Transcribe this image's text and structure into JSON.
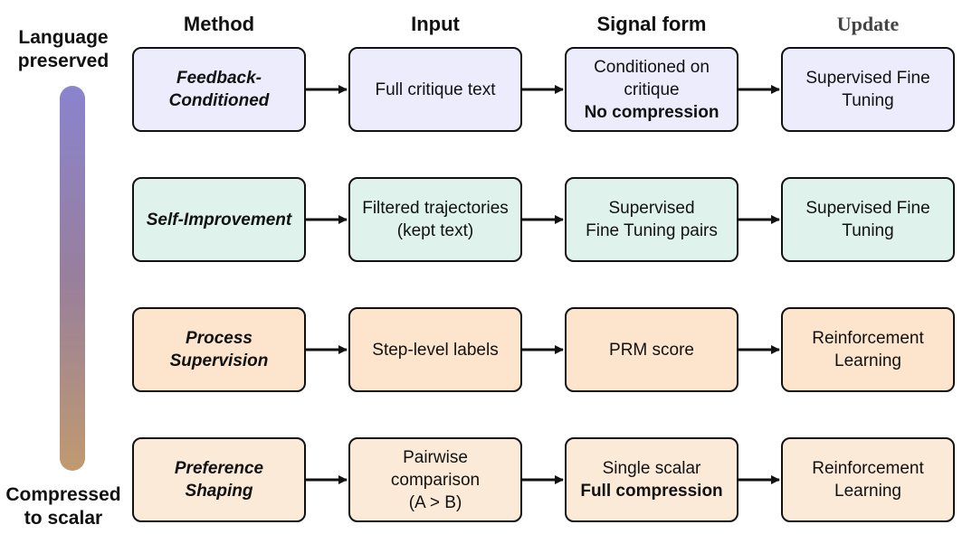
{
  "headers": {
    "method": "Method",
    "input": "Input",
    "signal": "Signal form",
    "update": "Update"
  },
  "scale": {
    "top_line1": "Language",
    "top_line2": "preserved",
    "bottom_line1": "Compressed",
    "bottom_line2": "to scalar",
    "gradient_top_color": "#8a83cf",
    "gradient_bottom_color": "#c09a70"
  },
  "rows": [
    {
      "color": "#ececfc",
      "method_line1": "Feedback-",
      "method_line2": "Conditioned",
      "input_line1": "Full critique text",
      "signal_line1": "Conditioned on",
      "signal_line2": "critique",
      "signal_bold": "No compression",
      "update_line1": "Supervised Fine",
      "update_line2": "Tuning"
    },
    {
      "color": "#dff3ec",
      "method_line1": "Self-Improvement",
      "input_line1": "Filtered trajectories",
      "input_line2": "(kept text)",
      "signal_line1": "Supervised",
      "signal_line2": "Fine Tuning pairs",
      "update_line1": "Supervised Fine",
      "update_line2": "Tuning"
    },
    {
      "color": "#fde5cd",
      "method_line1": "Process",
      "method_line2": "Supervision",
      "input_line1": "Step-level labels",
      "signal_line1": "PRM score",
      "update_line1": "Reinforcement",
      "update_line2": "Learning"
    },
    {
      "color": "#fbead8",
      "method_line1": "Preference",
      "method_line2": "Shaping",
      "input_line1": "Pairwise",
      "input_line2": "comparison",
      "input_line3": "(A > B)",
      "signal_line1": "Single scalar",
      "signal_bold": "Full compression",
      "update_line1": "Reinforcement",
      "update_line2": "Learning"
    }
  ]
}
